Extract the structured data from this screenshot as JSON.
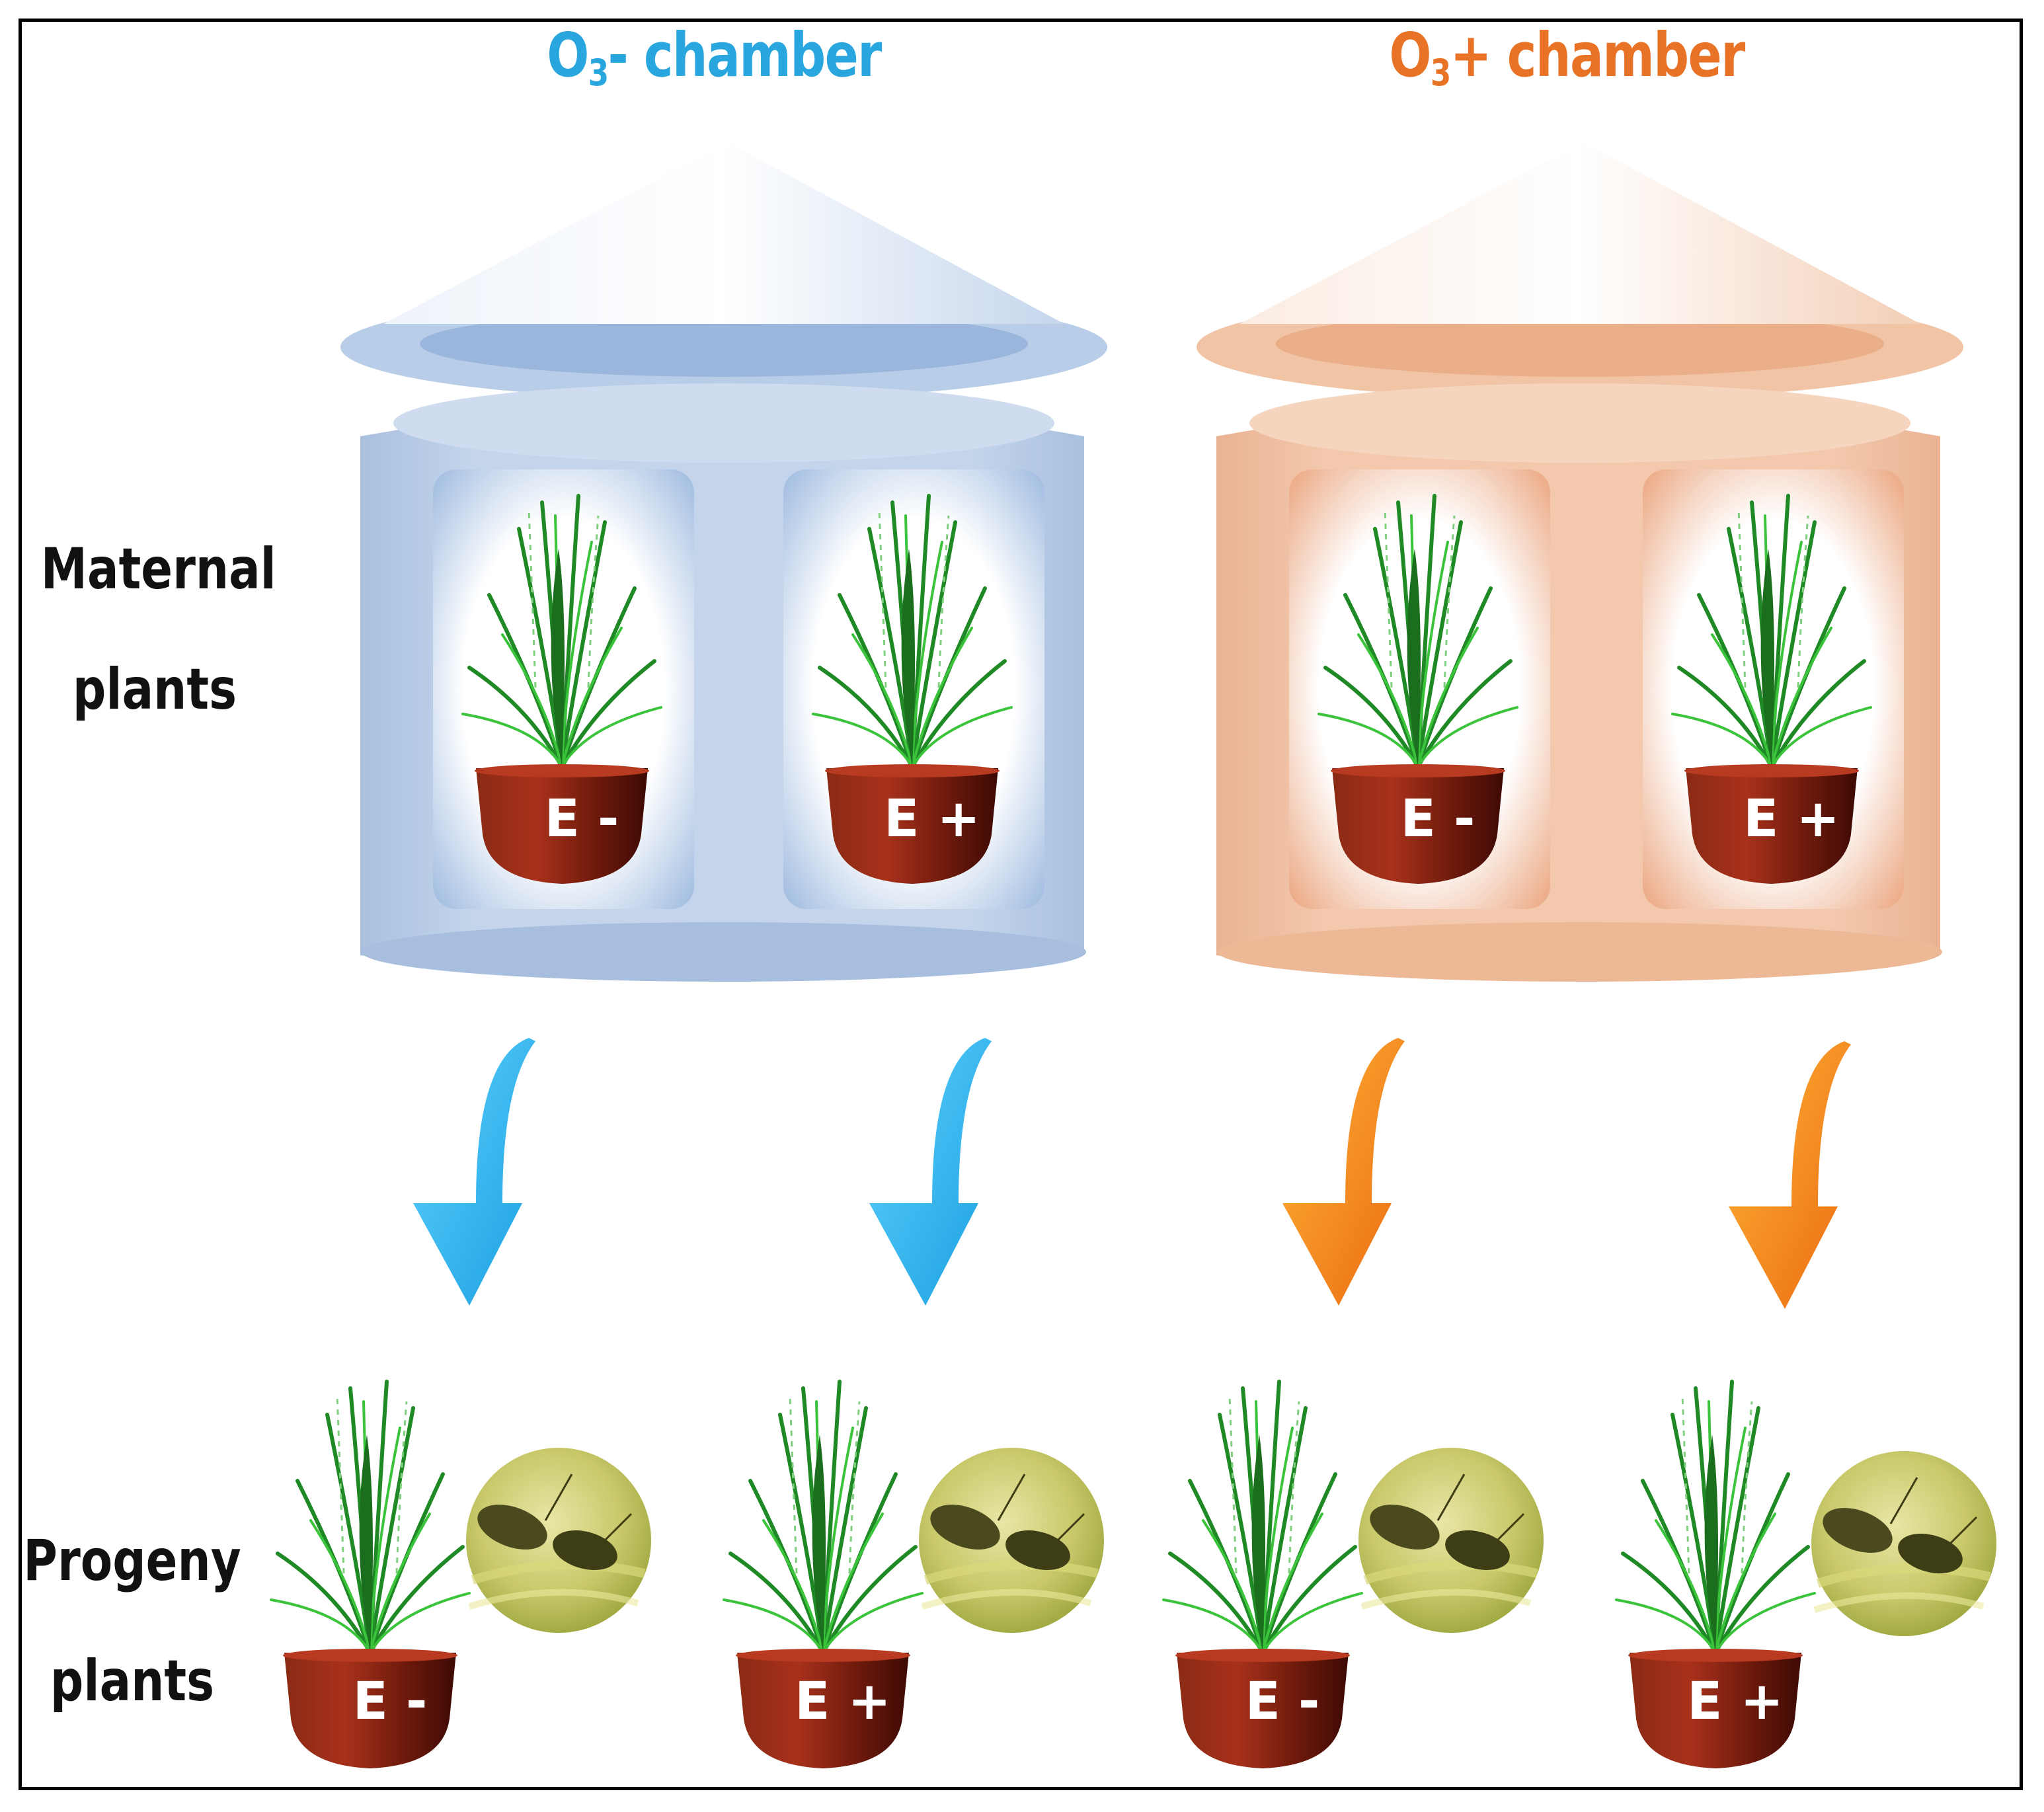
{
  "chambers": {
    "left": {
      "title_main": "O",
      "title_sub": "3",
      "title_rest": "- chamber",
      "color": "#b3c8e4",
      "accent": "#2aa6df"
    },
    "right": {
      "title_main": "O",
      "title_sub": "3",
      "title_rest": "+ chamber",
      "color": "#f1c2a4",
      "accent": "#e87326"
    }
  },
  "labels": {
    "maternal_line1": "Maternal",
    "maternal_line2": "plants",
    "progeny_line1": "Progeny",
    "progeny_line2": "plants"
  },
  "maternal_pots": [
    "E -",
    "E +",
    "E -",
    "E +"
  ],
  "progeny_pots": [
    "E -",
    "E +",
    "E -",
    "E +"
  ],
  "arrow_colors": {
    "blue": "#29b7f0",
    "orange": "#f28a1e"
  },
  "icons": [
    "grass-plant-icon",
    "pot-icon",
    "aphid-insect-icon",
    "chamber-roof-icon",
    "curved-down-arrow-icon"
  ]
}
